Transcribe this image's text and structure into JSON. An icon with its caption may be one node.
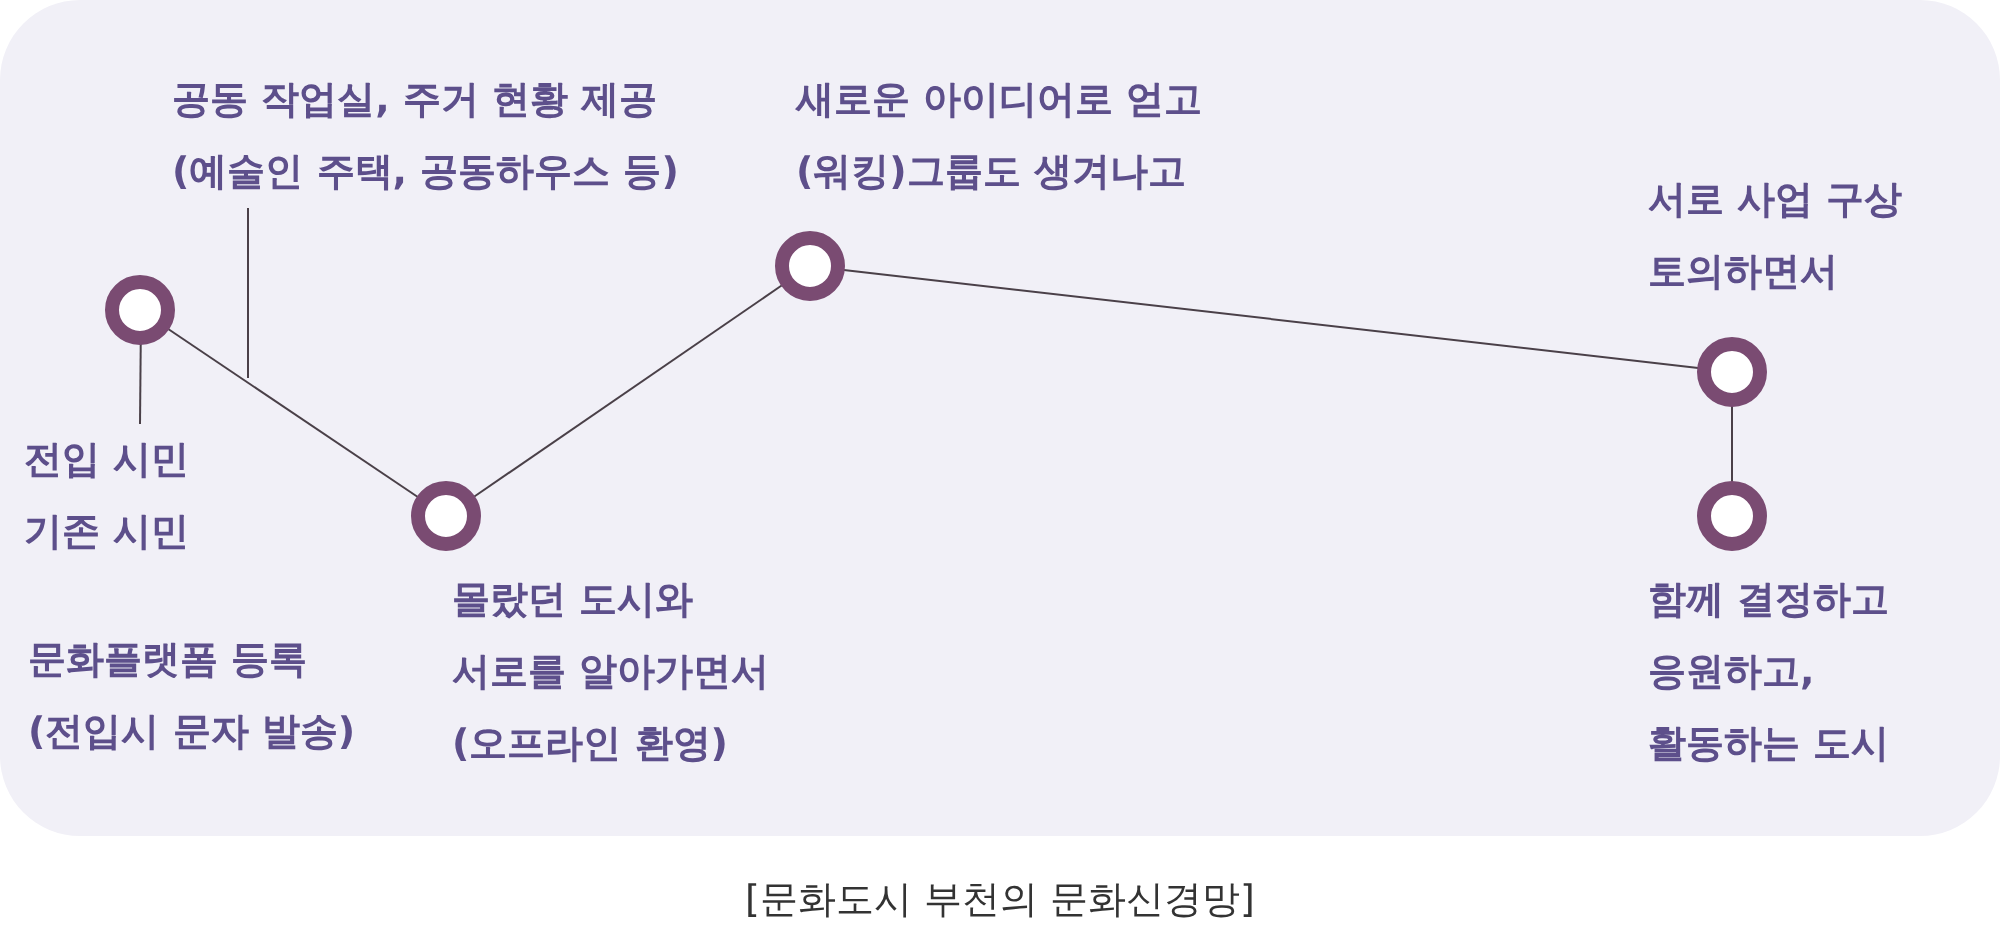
{
  "diagram": {
    "caption": "[문화도시 부천의 문화신경망]",
    "nodes": [
      {
        "text": [],
        "shape": "circle"
      },
      {
        "text": [
          "전입 시민 기존 시민"
        ]
      },
      {
        "text": [],
        "shape": "circle",
        "beside": [
          "몰랐던 도시와 서로를 알아가면서 (오프라인 환영)"
        ]
      },
      {
        "text": [
          "공동 작업실, 주거 현황 제공 (예술인 주택, 공동하우스 등)"
        ]
      },
      {
        "text": [],
        "shape": "circle",
        "beside": [
          "새로운 아이디어로 얻고 (워킹)그룹도 생겨나고"
        ]
      },
      {
        "text": [],
        "shape": "circle",
        "beside": [
          "서로 사업 구상 토의하면서"
        ]
      },
      {
        "text": [],
        "shape": "circle",
        "beside": [
          "함께 결정하고 응원하고, 활동하는 도시"
        ]
      }
    ],
    "edges": [
      {
        "from": 0,
        "to": 2,
        "arrow": "none"
      },
      {
        "from": 2,
        "to": 4,
        "arrow": "none"
      },
      {
        "from": 4,
        "to": 5,
        "arrow": "none"
      },
      {
        "from": 5,
        "to": 6,
        "arrow": "none"
      },
      {
        "from": 0,
        "to": 1,
        "arrow": "none"
      },
      {
        "from": 3,
        "to": null,
        "arrow": "none"
      }
    ],
    "labels": [
      "문화플랫폼 등록 (전입시 문자 발송)"
    ]
  }
}
